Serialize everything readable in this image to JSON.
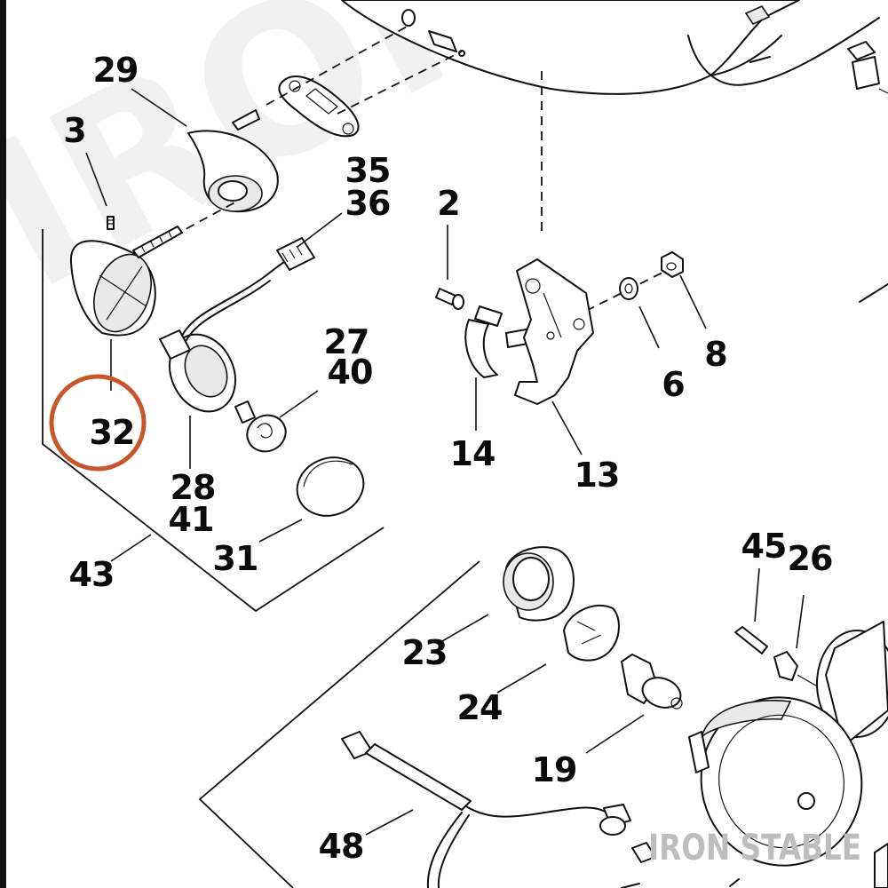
{
  "watermarks": {
    "big": "IRON",
    "small": "IRON STABLE"
  },
  "highlight": {
    "part": "32",
    "color": "#c8562b"
  },
  "callouts": {
    "c2": "2",
    "c3": "3",
    "c6": "6",
    "c8": "8",
    "c13": "13",
    "c14": "14",
    "c19": "19",
    "c23": "23",
    "c24": "24",
    "c26": "26",
    "c27": "27",
    "c28": "28",
    "c29": "29",
    "c31": "31",
    "c32": "32",
    "c35": "35",
    "c36": "36",
    "c40": "40",
    "c41": "41",
    "c43": "43",
    "c45": "45",
    "c48": "48"
  },
  "icons": [
    "turn-signal-housing-icon",
    "bulb-icon",
    "headlamp-icon",
    "wire-harness-icon",
    "mounting-bracket-icon"
  ]
}
